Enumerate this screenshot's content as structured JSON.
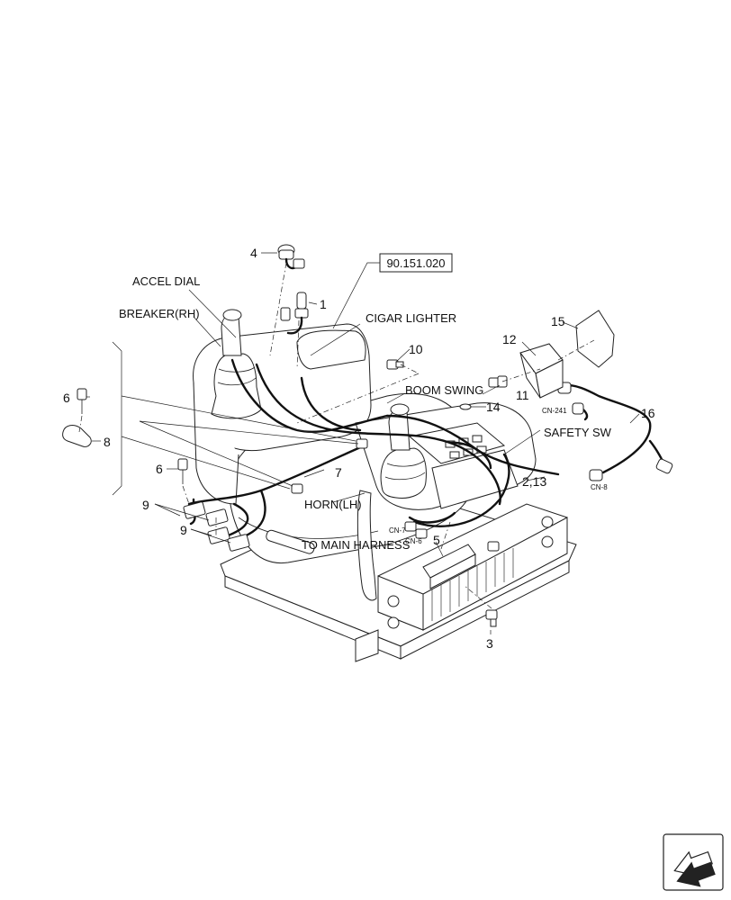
{
  "reference_box": "90.151.020",
  "labels": {
    "accel_dial": "ACCEL DIAL",
    "breaker_rh": "BREAKER(RH)",
    "cigar_lighter": "CIGAR LIGHTER",
    "boom_swing": "BOOM SWING",
    "safety_sw": "SAFETY SW",
    "horn_lh": "HORN(LH)",
    "to_main_harness": "TO MAIN HARNESS"
  },
  "connectors": {
    "cn7": "CN-7",
    "cn6": "CN-6",
    "cn8": "CN-8",
    "cn241": "CN-241"
  },
  "callouts": {
    "c1": "1",
    "c2_13": "2,13",
    "c3": "3",
    "c4": "4",
    "c5": "5",
    "c6a": "6",
    "c6b": "6",
    "c7": "7",
    "c8": "8",
    "c9a": "9",
    "c9b": "9",
    "c10": "10",
    "c11": "11",
    "c12": "12",
    "c14": "14",
    "c15": "15",
    "c16": "16"
  },
  "icons": {
    "nav": "next-page-arrow-icon"
  }
}
